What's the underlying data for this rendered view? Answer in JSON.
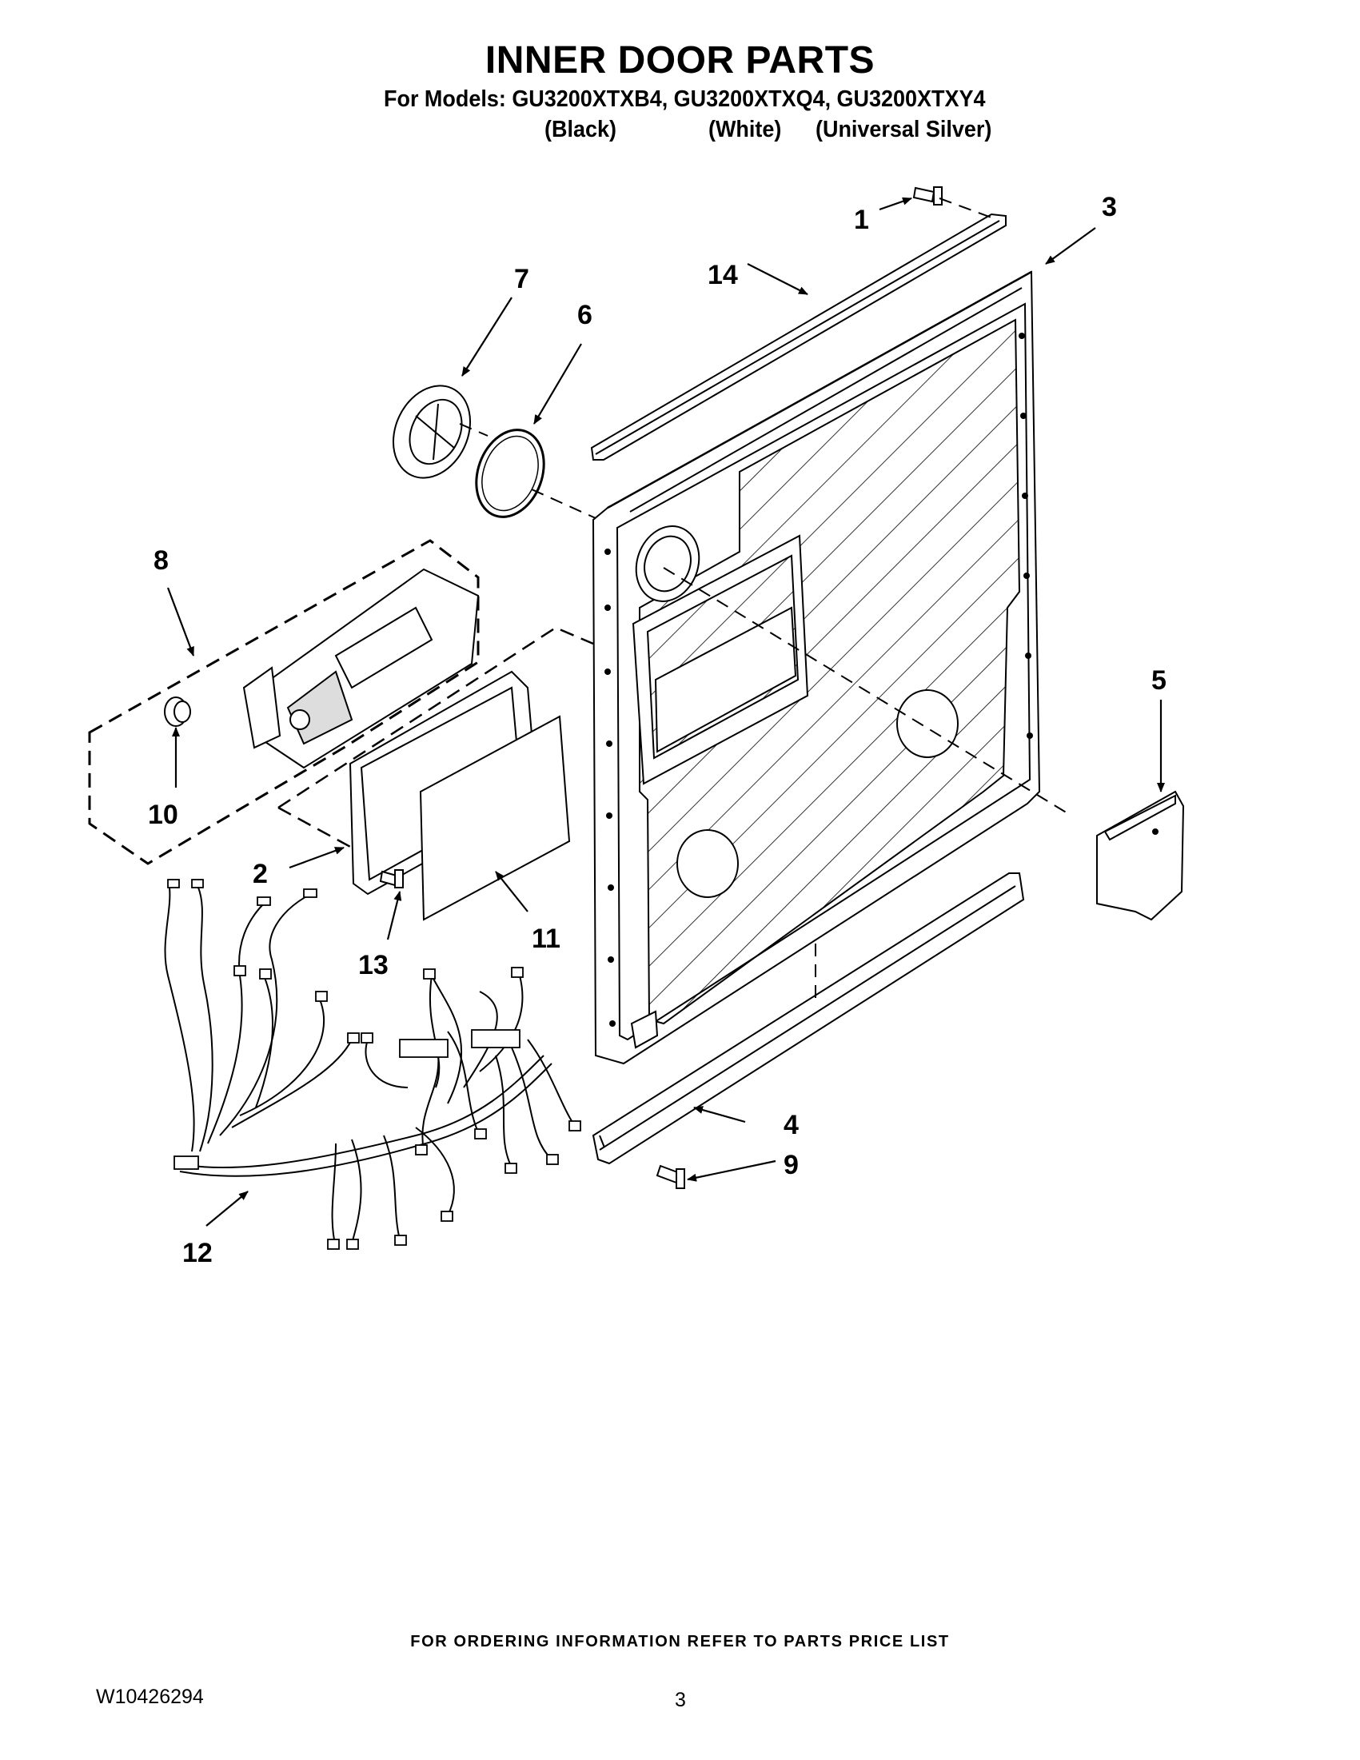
{
  "header": {
    "title": "INNER DOOR PARTS",
    "models_line": "For Models: GU3200XTXB4, GU3200XTXQ4, GU3200XTXY4",
    "colors": [
      "(Black)",
      "(White)",
      "(Universal Silver)"
    ]
  },
  "callouts": {
    "c1": "1",
    "c2": "2",
    "c3": "3",
    "c4": "4",
    "c5": "5",
    "c6": "6",
    "c7": "7",
    "c8": "8",
    "c9": "9",
    "c10": "10",
    "c11": "11",
    "c12": "12",
    "c13": "13",
    "c14": "14"
  },
  "footer": {
    "ordering_note": "FOR ORDERING INFORMATION REFER TO PARTS PRICE LIST",
    "document_number": "W10426294",
    "page_number": "3"
  }
}
